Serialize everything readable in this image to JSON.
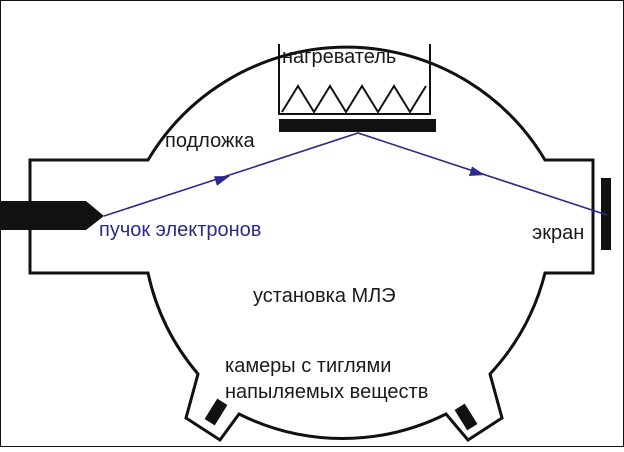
{
  "labels": {
    "heater": "нагреватель",
    "substrate": "подложка",
    "beam": "пучок электронов",
    "screen": "экран",
    "setup": "установка МЛЭ",
    "crucibles_line1": "камеры с тиглями",
    "crucibles_line2": "напыляемых веществ"
  },
  "colors": {
    "outline": "#111111",
    "beam": "#2b2b8c",
    "background": "#ffffff"
  }
}
